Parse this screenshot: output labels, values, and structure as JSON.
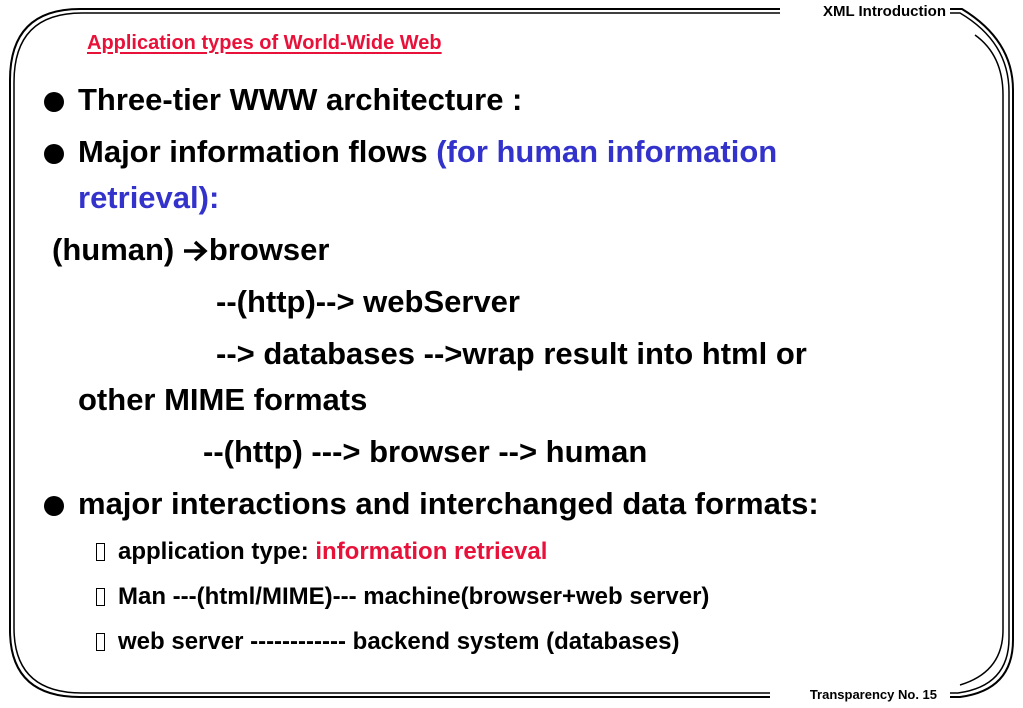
{
  "header": {
    "label": "XML Introduction"
  },
  "footer": {
    "label": "Transparency No. 15"
  },
  "slide": {
    "title": "Application types of World-Wide Web",
    "bullets": [
      {
        "text": "Three-tier WWW architecture :"
      },
      {
        "text": "Major information flows ",
        "highlight": "(for human information",
        "highlight_cont": "retrieval):"
      }
    ],
    "flow": {
      "line1_prefix": "(human) ",
      "line1_suffix": "browser",
      "line2": "--(http)--> webServer",
      "line3": "--> databases -->wrap result into html  or",
      "line3_cont": "other MIME formats",
      "line4": "--(http) ---> browser --> human"
    },
    "interactions": {
      "text": "major interactions and interchanged data formats:",
      "items": [
        {
          "label": "application type: ",
          "highlight": "information retrieval"
        },
        {
          "label": "Man ---(html/MIME)--- machine(browser+web server)"
        },
        {
          "label": "web server  ------------ backend  system (databases)"
        }
      ]
    }
  },
  "colors": {
    "title": "#e8113a",
    "blue_highlight": "#3333cc",
    "red_highlight": "#e8113a"
  }
}
